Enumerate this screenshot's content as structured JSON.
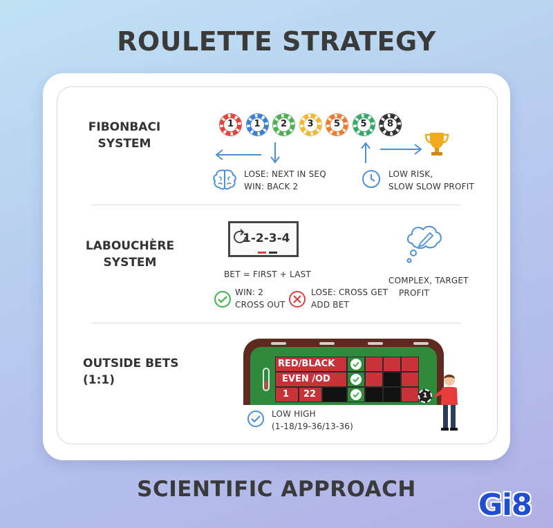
{
  "title": "ROULETTE STRATEGY",
  "subtitle": "SCIENTIFIC APPROACH",
  "brand": "Gi8",
  "colors": {
    "accent_blue": "#4a90d9",
    "check_green": "#3cb34a",
    "cross_red": "#d9413a",
    "felt_green": "#2f8a3c",
    "table_brown": "#5e2a20"
  },
  "fibonacci": {
    "label": "FIBONBACI SYSTEM",
    "chips": [
      {
        "value": "1",
        "color": "#e0463d"
      },
      {
        "value": "1",
        "color": "#3c7fd9"
      },
      {
        "value": "2",
        "color": "#4caf50"
      },
      {
        "value": "3",
        "color": "#f2b632"
      },
      {
        "value": "5",
        "color": "#ee7a2e"
      },
      {
        "value": "5",
        "color": "#35a866"
      },
      {
        "value": "8",
        "color": "#333333"
      }
    ],
    "lose_line": "LOSE: NEXT IN SEQ",
    "win_line": "WIN: BACK 2",
    "risk_line1": "LOW RISK,",
    "risk_line2": "SLOW SLOW PROFIT",
    "icons": [
      "left-arrow-icon",
      "down-arrow-icon",
      "up-arrow-icon",
      "right-arrow-icon",
      "trophy-icon",
      "brain-icon",
      "clock-icon"
    ]
  },
  "labouchere": {
    "label": "LABOUCHÈRE SYSTEM",
    "board_text": "1-2-3-4",
    "bet_rule": "BET = FIRST + LAST",
    "win_line1": "WIN: 2",
    "win_line2": "CROSS OUT",
    "lose_line1": "LOSE: CROSS GET",
    "lose_line2": "ADD BET",
    "note_line1": "COMPLEX, TARGET",
    "note_line2": "PROFIT",
    "icons": [
      "refresh-icon",
      "check-circle-icon",
      "cross-circle-icon",
      "thought-pencil-icon"
    ]
  },
  "outside": {
    "label": "OUTSIDE BETS (1:1)",
    "row1": "RED/BLACK",
    "row2": "EVEN /OD",
    "row3_a": "1",
    "row3_b": "22",
    "chip_value": "1",
    "caption_line1": "LOW HIGH",
    "caption_line2": "(1-18/19-36/13-36)",
    "icons": [
      "check-circle-icon",
      "person-icon",
      "chip-icon"
    ]
  }
}
